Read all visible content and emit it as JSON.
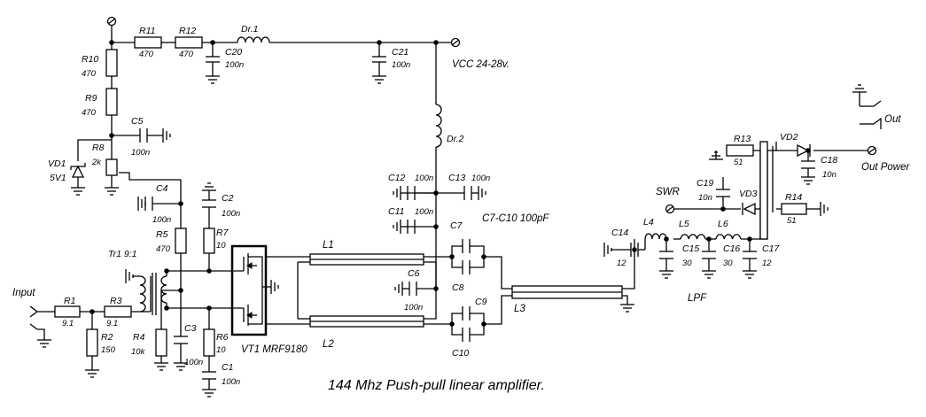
{
  "title": "144 Mhz Push-pull linear amplifier.",
  "labels": {
    "R1": "R1",
    "R1_val": "9.1",
    "R2": "R2",
    "R2_val": "150",
    "R3": "R3",
    "R3_val": "9.1",
    "R4": "R4",
    "R4_val": "10k",
    "R5": "R5",
    "R5_val": "470",
    "R6": "R6",
    "R6_val": "10",
    "R7": "R7",
    "R7_val": "10",
    "R8": "R8",
    "R8_val": "2k",
    "R9": "R9",
    "R9_val": "470",
    "R10": "R10",
    "R10_val": "470",
    "R11": "R11",
    "R11_val": "470",
    "R12": "R12",
    "R12_val": "470",
    "R13": "R13",
    "R13_val": "51",
    "R14": "R14",
    "R14_val": "51",
    "C1": "C1",
    "C1_val": "100n",
    "C2": "C2",
    "C2_val": "100n",
    "C3": "C3",
    "C3_val": "100n",
    "C4": "C4",
    "C4_val": "100n",
    "C5": "C5",
    "C5_val": "100n",
    "C6": "C6",
    "C6_val": "100n",
    "C7": "C7",
    "C8": "C8",
    "C9": "C9",
    "C10": "C10",
    "C7_C10": "C7-C10 100pF",
    "C11": "C11",
    "C11_val": "100n",
    "C12": "C12",
    "C12_val": "100n",
    "C13": "C13",
    "C13_val": "100n",
    "C14": "C14",
    "C14_val": "12",
    "C15": "C15",
    "C15_val": "30",
    "C16": "C16",
    "C16_val": "30",
    "C17": "C17",
    "C17_val": "12",
    "C18": "C18",
    "C18_val": "10n",
    "C19": "C19",
    "C19_val": "10n",
    "C20": "C20",
    "C20_val": "100n",
    "C21": "C21",
    "C21_val": "100n",
    "L1": "L1",
    "L2": "L2",
    "L3": "L3",
    "L4": "L4",
    "L5": "L5",
    "L6": "L6",
    "Dr1": "Dr.1",
    "Dr2": "Dr.2",
    "VD1": "VD1",
    "VD1_val": "5V1",
    "VD2": "VD2",
    "VD3": "VD3",
    "VT1": "VT1  MRF9180",
    "Tr1": "Tr1 9:1",
    "Input": "Input",
    "Out": "Out",
    "OutPower": "Out Power",
    "SWR": "SWR",
    "VCC": "VCC 24-28v.",
    "LPF": "LPF"
  }
}
